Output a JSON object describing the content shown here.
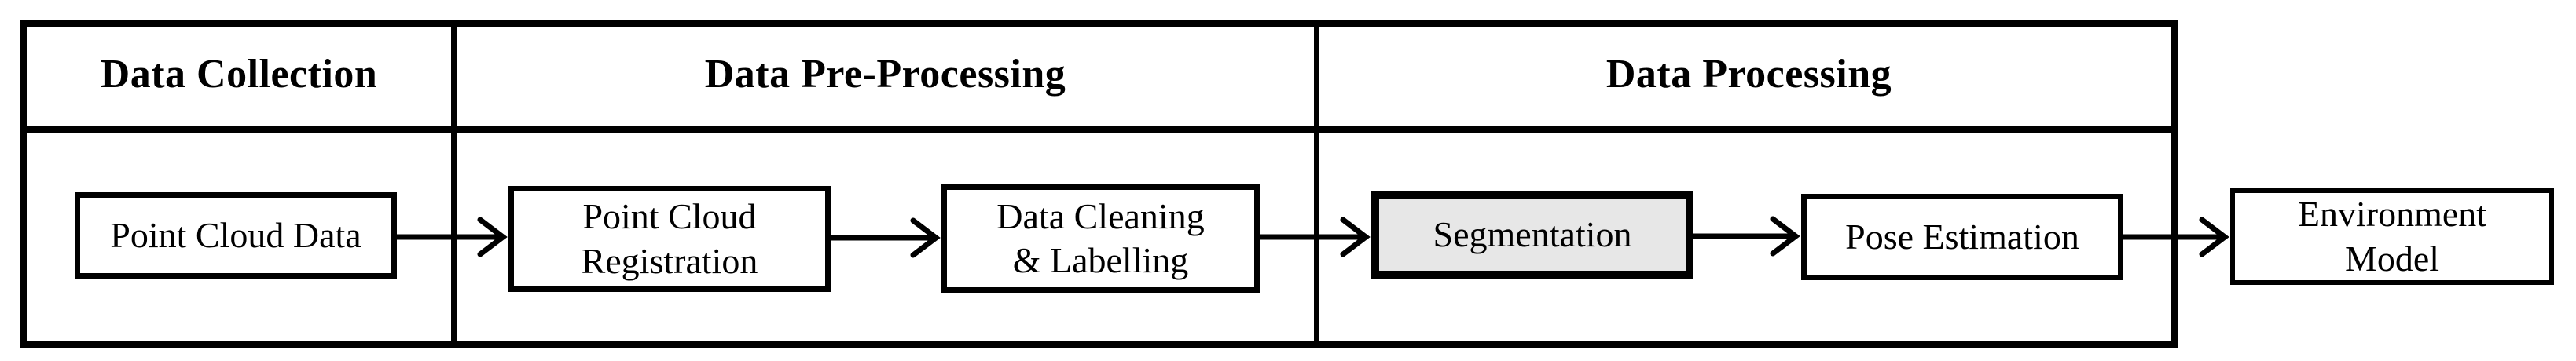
{
  "diagram": {
    "title_visible": false,
    "colors": {
      "line": "#000000",
      "box_fill": "#ffffff",
      "highlight_fill": "#e7e7e7",
      "background": "#ffffff"
    },
    "lanes": [
      {
        "label": "Data Collection"
      },
      {
        "label": "Data Pre-Processing"
      },
      {
        "label": "Data Processing"
      }
    ],
    "nodes": [
      {
        "id": "point-cloud-data",
        "lane": "Data Collection",
        "highlighted": false,
        "lines": [
          "Point Cloud Data"
        ]
      },
      {
        "id": "point-cloud-registration",
        "lane": "Data Pre-Processing",
        "highlighted": false,
        "lines": [
          "Point Cloud",
          "Registration"
        ]
      },
      {
        "id": "data-cleaning-labelling",
        "lane": "Data Pre-Processing",
        "highlighted": false,
        "lines": [
          "Data Cleaning",
          "& Labelling"
        ]
      },
      {
        "id": "segmentation",
        "lane": "Data Processing",
        "highlighted": true,
        "lines": [
          "Segmentation"
        ]
      },
      {
        "id": "pose-estimation",
        "lane": "Data Processing",
        "highlighted": false,
        "lines": [
          "Pose Estimation"
        ]
      },
      {
        "id": "environment-model",
        "lane": null,
        "highlighted": false,
        "lines": [
          "Environment",
          "Model"
        ]
      }
    ],
    "flow_order": [
      "Point Cloud Data",
      "Point Cloud Registration",
      "Data Cleaning & Labelling",
      "Segmentation",
      "Pose Estimation",
      "Environment Model"
    ]
  }
}
